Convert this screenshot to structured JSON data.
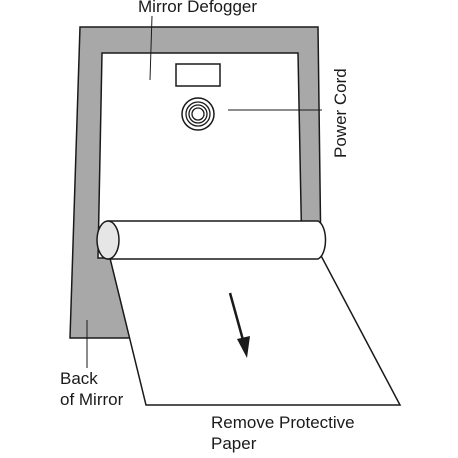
{
  "labels": {
    "mirror_defogger": "Mirror Defogger",
    "power_cord": "Power Cord",
    "back_of_mirror": [
      "Back",
      "of Mirror"
    ],
    "remove_protective_paper": [
      "Remove Protective",
      "Paper"
    ]
  },
  "colors": {
    "mirror_back": "#a8a8a8",
    "outline": "#1a1a1a",
    "panel": "#ffffff",
    "paper_shade": "#e6e6e6"
  },
  "icons": [
    "power-cord-connector-icon",
    "down-arrow-icon"
  ]
}
